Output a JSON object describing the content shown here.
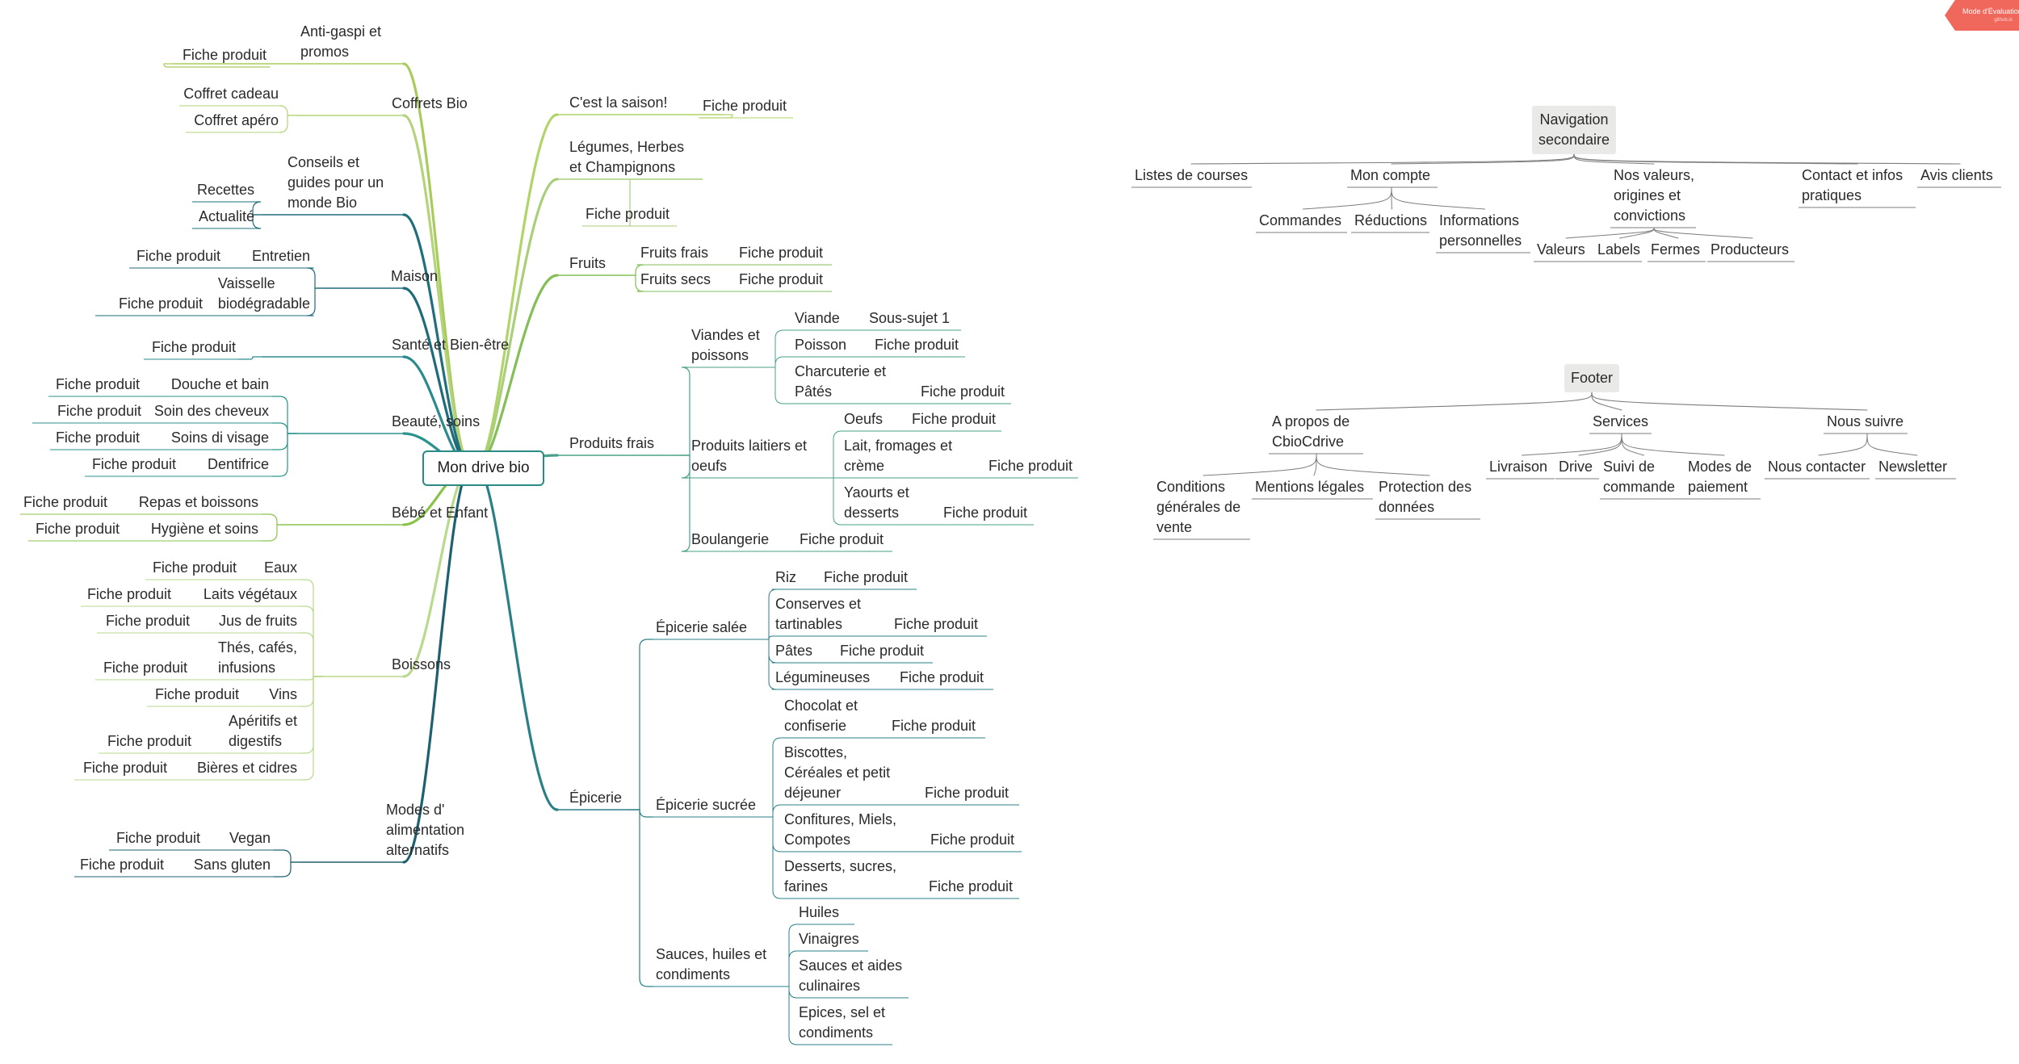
{
  "evaluation_badge": {
    "title": "Mode d'Évaluation",
    "subtitle": "github.io"
  },
  "root": "Mon drive bio",
  "left_branches": [
    {
      "label": "Anti-gaspi et\npromos",
      "children": [
        {
          "label": "Fiche produit"
        }
      ]
    },
    {
      "label": "Coffrets Bio",
      "children": [
        {
          "label": "Coffret cadeau"
        },
        {
          "label": "Coffret apéro"
        }
      ]
    },
    {
      "label": "Conseils et\nguides pour un\nmonde Bio",
      "children": [
        {
          "label": "Recettes"
        },
        {
          "label": "Actualité"
        }
      ]
    },
    {
      "label": "Maison",
      "children": [
        {
          "label": "Entretien",
          "children": [
            {
              "label": "Fiche produit"
            }
          ]
        },
        {
          "label": "Vaisselle\nbiodégradable",
          "children": [
            {
              "label": "Fiche produit"
            }
          ]
        }
      ]
    },
    {
      "label": "Santé et Bien-être",
      "children": [
        {
          "label": "Fiche produit"
        }
      ]
    },
    {
      "label": "Beauté, soins",
      "children": [
        {
          "label": "Douche et bain",
          "children": [
            {
              "label": "Fiche produit"
            }
          ]
        },
        {
          "label": "Soin des cheveux",
          "children": [
            {
              "label": "Fiche produit"
            }
          ]
        },
        {
          "label": "Soins di visage",
          "children": [
            {
              "label": "Fiche produit"
            }
          ]
        },
        {
          "label": "Dentifrice",
          "children": [
            {
              "label": "Fiche produit"
            }
          ]
        }
      ]
    },
    {
      "label": "Bébé et Enfant",
      "children": [
        {
          "label": "Repas et boissons",
          "children": [
            {
              "label": "Fiche produit"
            }
          ]
        },
        {
          "label": "Hygiène et soins",
          "children": [
            {
              "label": "Fiche produit"
            }
          ]
        }
      ]
    },
    {
      "label": "Boissons",
      "children": [
        {
          "label": "Eaux",
          "children": [
            {
              "label": "Fiche produit"
            }
          ]
        },
        {
          "label": "Laits végétaux",
          "children": [
            {
              "label": "Fiche produit"
            }
          ]
        },
        {
          "label": "Jus de fruits",
          "children": [
            {
              "label": "Fiche produit"
            }
          ]
        },
        {
          "label": "Thés, cafés,\ninfusions",
          "children": [
            {
              "label": "Fiche produit"
            }
          ]
        },
        {
          "label": "Vins",
          "children": [
            {
              "label": "Fiche produit"
            }
          ]
        },
        {
          "label": "Apéritifs et\ndigestifs",
          "children": [
            {
              "label": "Fiche produit"
            }
          ]
        },
        {
          "label": "Bières et cidres",
          "children": [
            {
              "label": "Fiche produit"
            }
          ]
        }
      ]
    },
    {
      "label": "Modes d'\nalimentation\nalternatifs",
      "children": [
        {
          "label": "Vegan",
          "children": [
            {
              "label": "Fiche produit"
            }
          ]
        },
        {
          "label": "Sans gluten",
          "children": [
            {
              "label": "Fiche produit"
            }
          ]
        }
      ]
    }
  ],
  "right_branches": [
    {
      "label": "C'est la saison!",
      "children": [
        {
          "label": "Fiche produit"
        }
      ]
    },
    {
      "label": "Légumes, Herbes\net Champignons",
      "children": [
        {
          "label": "Fiche produit"
        }
      ]
    },
    {
      "label": "Fruits",
      "children": [
        {
          "label": "Fruits frais",
          "children": [
            {
              "label": "Fiche produit"
            }
          ]
        },
        {
          "label": "Fruits secs",
          "children": [
            {
              "label": "Fiche produit"
            }
          ]
        }
      ]
    },
    {
      "label": "Produits frais",
      "children": [
        {
          "label": "Viandes et\npoissons",
          "children": [
            {
              "label": "Viande",
              "children": [
                {
                  "label": "Sous-sujet 1"
                }
              ]
            },
            {
              "label": "Poisson",
              "children": [
                {
                  "label": "Fiche produit"
                }
              ]
            },
            {
              "label": "Charcuterie et\nPâtés",
              "children": [
                {
                  "label": "Fiche produit"
                }
              ]
            }
          ]
        },
        {
          "label": "Produits laitiers et\noeufs",
          "children": [
            {
              "label": "Oeufs",
              "children": [
                {
                  "label": "Fiche produit"
                }
              ]
            },
            {
              "label": "Lait, fromages et\ncrème",
              "children": [
                {
                  "label": "Fiche produit"
                }
              ]
            },
            {
              "label": "Yaourts et\ndesserts",
              "children": [
                {
                  "label": "Fiche produit"
                }
              ]
            }
          ]
        },
        {
          "label": "Boulangerie",
          "children": [
            {
              "label": "Fiche produit"
            }
          ]
        }
      ]
    },
    {
      "label": "Épicerie",
      "children": [
        {
          "label": "Épicerie salée",
          "children": [
            {
              "label": "Riz",
              "children": [
                {
                  "label": "Fiche produit"
                }
              ]
            },
            {
              "label": "Conserves et\ntartinables",
              "children": [
                {
                  "label": "Fiche produit"
                }
              ]
            },
            {
              "label": "Pâtes",
              "children": [
                {
                  "label": "Fiche produit"
                }
              ]
            },
            {
              "label": "Légumineuses",
              "children": [
                {
                  "label": "Fiche produit"
                }
              ]
            }
          ]
        },
        {
          "label": "Épicerie sucrée",
          "children": [
            {
              "label": "Chocolat et\nconfiserie",
              "children": [
                {
                  "label": "Fiche produit"
                }
              ]
            },
            {
              "label": "Biscottes,\nCéréales et petit\ndéjeuner",
              "children": [
                {
                  "label": "Fiche produit"
                }
              ]
            },
            {
              "label": "Confitures, Miels,\nCompotes",
              "children": [
                {
                  "label": "Fiche produit"
                }
              ]
            },
            {
              "label": "Desserts, sucres,\nfarines",
              "children": [
                {
                  "label": "Fiche produit"
                }
              ]
            }
          ]
        },
        {
          "label": "Sauces, huiles et\ncondiments",
          "children": [
            {
              "label": "Huiles"
            },
            {
              "label": "Vinaigres"
            },
            {
              "label": "Sauces et aides\nculinaires"
            },
            {
              "label": "Epices, sel et\ncondiments"
            }
          ]
        }
      ]
    }
  ],
  "navigation_secondaire": {
    "title": "Navigation\nsecondaire",
    "children": [
      {
        "label": "Listes de courses"
      },
      {
        "label": "Mon compte",
        "children": [
          {
            "label": "Commandes"
          },
          {
            "label": "Réductions"
          },
          {
            "label": "Informations\npersonnelles"
          }
        ]
      },
      {
        "label": "Nos valeurs,\norigines et\nconvictions",
        "children": [
          {
            "label": "Valeurs"
          },
          {
            "label": "Labels"
          },
          {
            "label": "Fermes"
          },
          {
            "label": "Producteurs"
          }
        ]
      },
      {
        "label": "Contact et infos\npratiques"
      },
      {
        "label": "Avis clients"
      }
    ]
  },
  "footer": {
    "title": "Footer",
    "children": [
      {
        "label": "A propos de\nCbioCdrive",
        "children": [
          {
            "label": "Conditions\ngénérales de\nvente"
          },
          {
            "label": "Mentions légales"
          },
          {
            "label": "Protection des\ndonnées"
          }
        ]
      },
      {
        "label": "Services",
        "children": [
          {
            "label": "Livraison"
          },
          {
            "label": "Drive"
          },
          {
            "label": "Suivi de\ncommande"
          },
          {
            "label": "Modes de\npaiement"
          }
        ]
      },
      {
        "label": "Nous suivre",
        "children": [
          {
            "label": "Nous contacter"
          },
          {
            "label": "Newsletter"
          }
        ]
      }
    ]
  }
}
